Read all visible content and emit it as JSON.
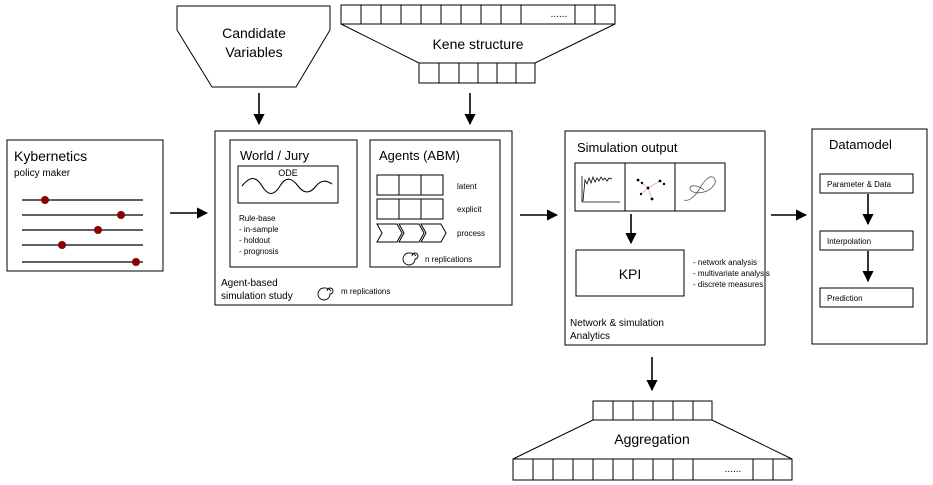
{
  "kybernetics": {
    "title": "Kybernetics",
    "subtitle": "policy maker"
  },
  "candidate": {
    "line1": "Candidate",
    "line2": "Variables"
  },
  "kene": {
    "title": "Kene structure",
    "ellipsis": "......"
  },
  "simulation_study": {
    "label_line1": "Agent-based",
    "label_line2": "simulation study",
    "replications": "m replications",
    "world": {
      "title": "World / Jury",
      "ode": "ODE",
      "rule_base": "Rule-base",
      "items": [
        "- in-sample",
        "- holdout",
        "- prognosis"
      ]
    },
    "agents": {
      "title": "Agents (ABM)",
      "rows": [
        "latent",
        "explicit",
        "process"
      ],
      "replications": "n replications"
    }
  },
  "simulation_output": {
    "title": "Simulation output",
    "kpi": "KPI",
    "analyses": [
      "- network analysis",
      "- multivariate analysis",
      "- discrete measures"
    ],
    "footer_line1": "Network & simulation",
    "footer_line2": "Analytics"
  },
  "datamodel": {
    "title": "Datamodel",
    "steps": [
      "Parameter & Data",
      "Interpolation",
      "Prediction"
    ]
  },
  "aggregation": {
    "title": "Aggregation",
    "ellipsis": "......"
  },
  "colors": {
    "slider_dot": "#8b0000",
    "stroke": "#000000",
    "red_line": "#e8a0a0"
  }
}
